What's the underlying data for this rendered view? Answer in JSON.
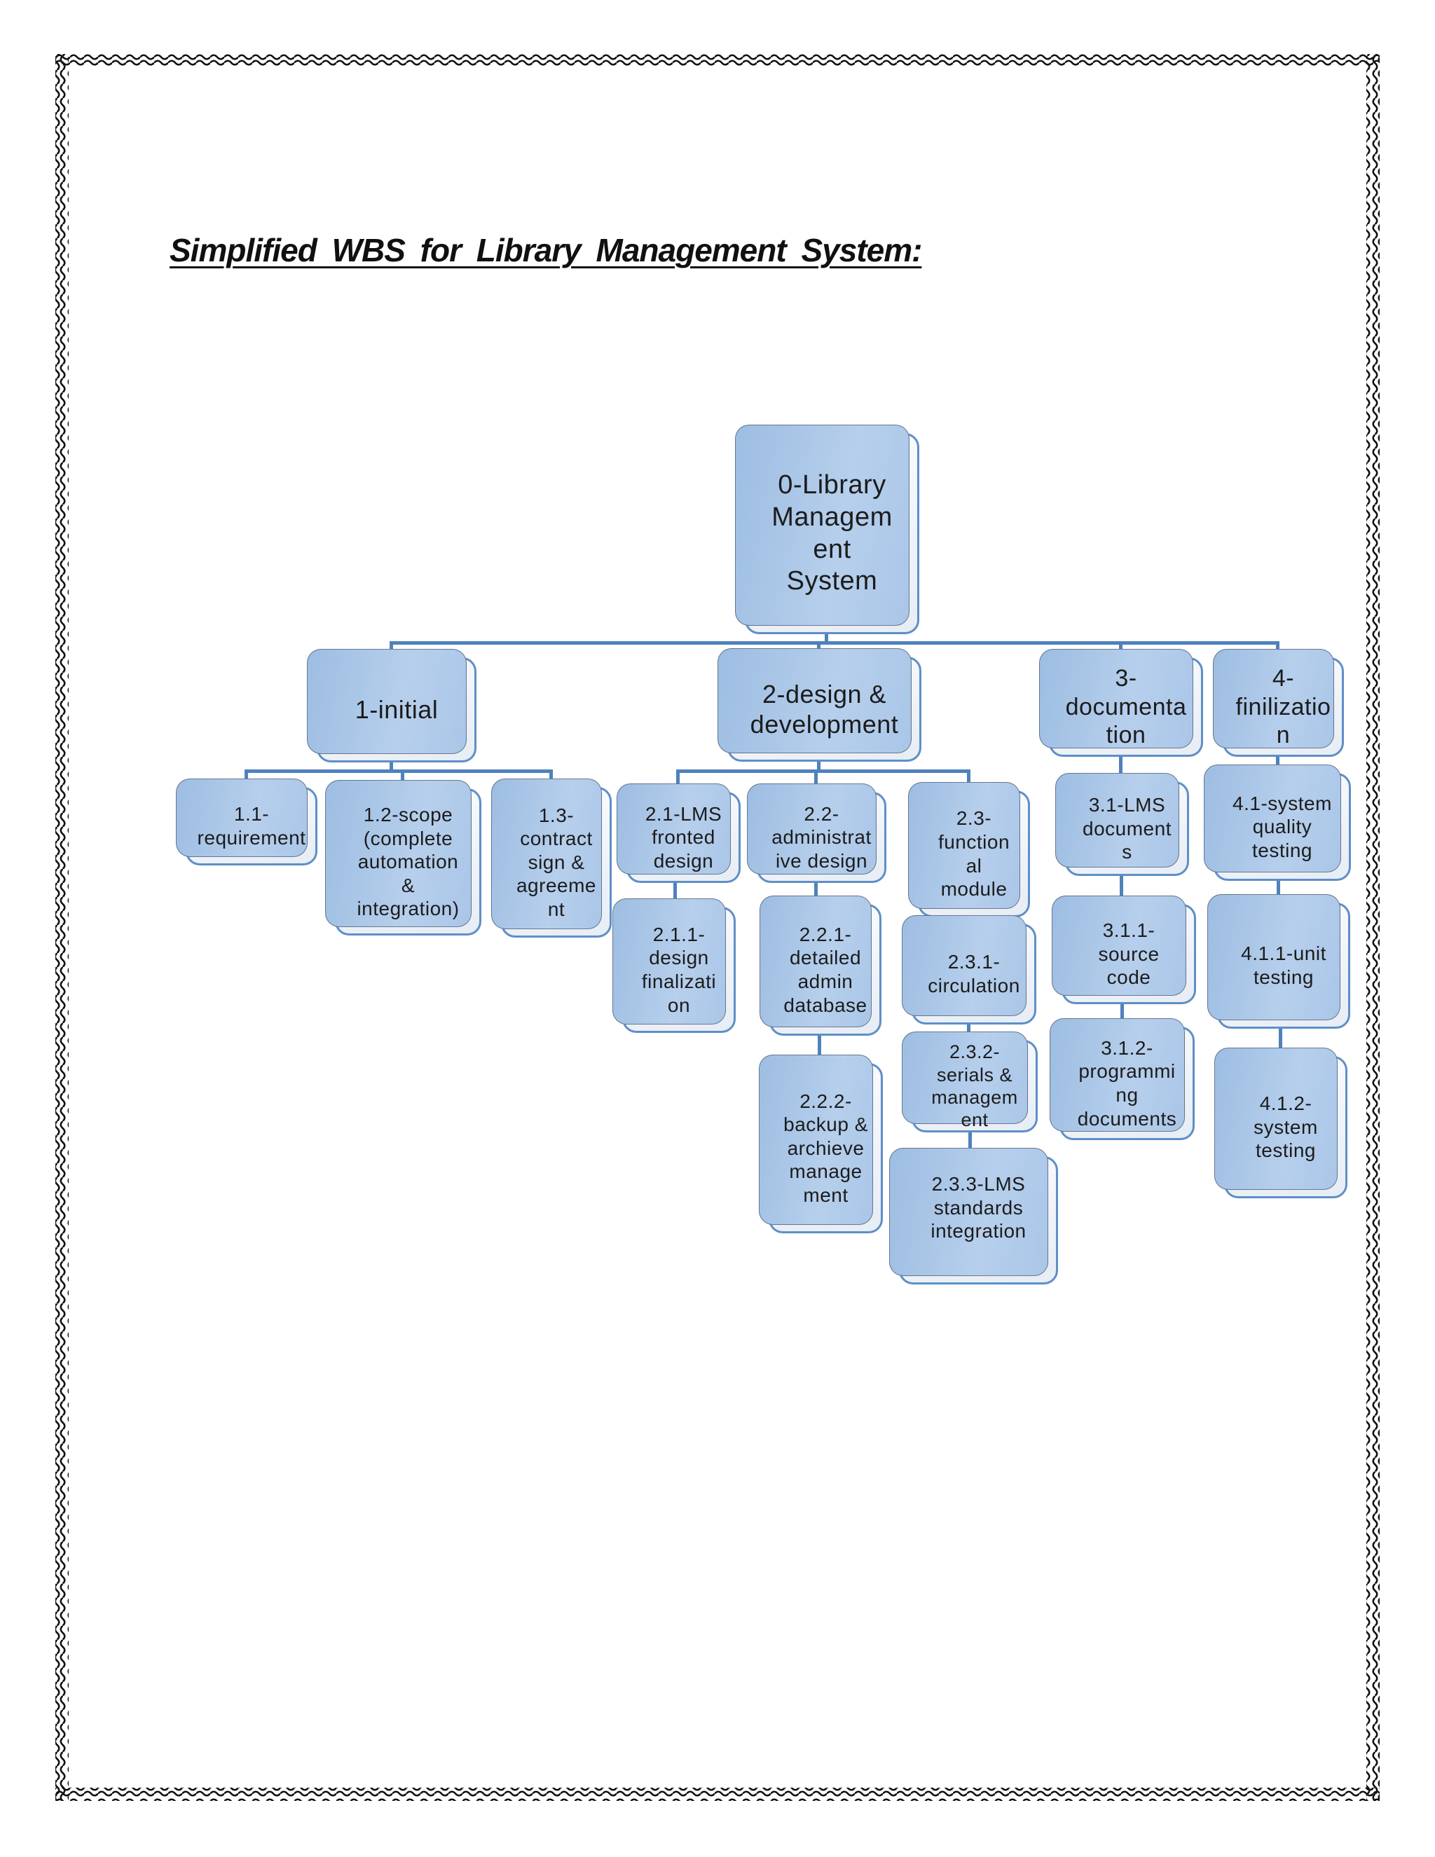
{
  "page": {
    "title": "Simplified WBS for Library Management System:"
  },
  "diagram": {
    "type": "work-breakdown-structure",
    "nodes": {
      "root": {
        "label": "0-Library\nManagem\nent\nSystem"
      },
      "initial": {
        "label": "1-initial"
      },
      "design_development": {
        "label": "2-design &\ndevelopment"
      },
      "documentation": {
        "label": "3-\ndocumenta\ntion"
      },
      "finilization": {
        "label": "4-\nfinilizatio\nn"
      },
      "requirement": {
        "label": "1.1-\nrequirement"
      },
      "scope": {
        "label": "1.2-scope\n(complete\nautomation\n&\nintegration)"
      },
      "contract": {
        "label": "1.3-\ncontract\nsign &\nagreeme\nnt"
      },
      "lms_fronted_design": {
        "label": "2.1-LMS\nfronted\ndesign"
      },
      "administrative_design": {
        "label": "2.2-\nadministrat\nive design"
      },
      "functional_module": {
        "label": "2.3-\nfunction\nal\nmodule"
      },
      "design_finalization": {
        "label": "2.1.1-\ndesign\nfinalizati\non"
      },
      "detailed_admin_database": {
        "label": "2.2.1-\ndetailed\nadmin\ndatabase"
      },
      "backup_archieve_management": {
        "label": "2.2.2-\nbackup &\narchieve\nmanage\nment"
      },
      "circulation": {
        "label": "2.3.1-\ncirculation"
      },
      "serials_management": {
        "label": "2.3.2-\nserials &\nmanagem\nent"
      },
      "lms_standards_integration": {
        "label": "2.3.3-LMS\nstandards\nintegration"
      },
      "lms_documents": {
        "label": "3.1-LMS\ndocument\ns"
      },
      "source_code": {
        "label": "3.1.1-\nsource\ncode"
      },
      "programming_documents": {
        "label": "3.1.2-\nprogrammi\nng\ndocuments"
      },
      "system_quality_testing": {
        "label": "4.1-system\nquality\ntesting"
      },
      "unit_testing": {
        "label": "4.1.1-unit\ntesting"
      },
      "system_testing": {
        "label": "4.1.2-\nsystem\ntesting"
      }
    },
    "structure": {
      "root": [
        "initial",
        "design_development",
        "documentation",
        "finilization"
      ],
      "initial": [
        "requirement",
        "scope",
        "contract"
      ],
      "design_development": [
        "lms_fronted_design",
        "administrative_design",
        "functional_module"
      ],
      "lms_fronted_design": [
        "design_finalization"
      ],
      "administrative_design": [
        "detailed_admin_database"
      ],
      "detailed_admin_database": [
        "backup_archieve_management"
      ],
      "functional_module": [
        "circulation"
      ],
      "circulation": [
        "serials_management"
      ],
      "serials_management": [
        "lms_standards_integration"
      ],
      "documentation": [
        "lms_documents"
      ],
      "lms_documents": [
        "source_code"
      ],
      "source_code": [
        "programming_documents"
      ],
      "finilization": [
        "system_quality_testing"
      ],
      "system_quality_testing": [
        "unit_testing"
      ],
      "unit_testing": [
        "system_testing"
      ]
    },
    "colors": {
      "box_border": "#5e8fc7",
      "box_fill_light": "#f7f9fc",
      "box_backing": "#aac6e8",
      "connector": "#4f81bd",
      "page_border": "#111111",
      "text": "#1c1c1c"
    }
  }
}
